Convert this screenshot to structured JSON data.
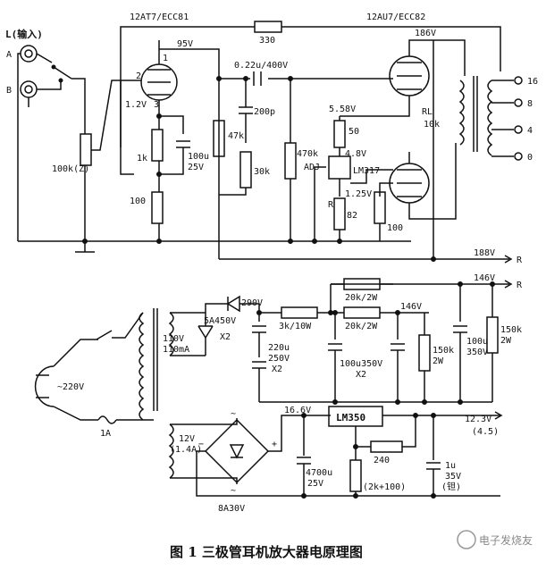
{
  "labels": {
    "tube1": "12AT7/ECC81",
    "tube2": "12AU7/ECC82",
    "r330": "330",
    "v95": "95V",
    "v186": "186V",
    "cap022": "0.22u/400V",
    "input": "L(输入)",
    "inA": "A",
    "inB": "B",
    "pin2": "2",
    "pin1": "1",
    "pin3": "3",
    "v12": "1.2V",
    "c200p": "200p",
    "v558": "5.58V",
    "rl": "RL",
    "rl10k": "10k",
    "r1k": "1k",
    "c100u25": "100u",
    "c100u25b": "25V",
    "r47k": "47k",
    "r470k": "470k",
    "r30k": "30k",
    "r50": "50",
    "v48": "4.8V",
    "adj": "ADJ",
    "lm317": "LM317",
    "v125": "1.25V",
    "rR": "R",
    "r82": "82",
    "r100a": "100",
    "r100b": "100",
    "pot": "100k(Z)",
    "t16": "16",
    "t8": "8",
    "t4": "4",
    "t0": "0",
    "v188": "188V",
    "v146a": "146V",
    "R1": "R",
    "R2": "R",
    "r20k2w_a": "20k/2W",
    "r20k2w_b": "20k/2W",
    "v290": "290V",
    "r3k10w": "3k/10W",
    "v146b": "146V",
    "d5a": "5A450V",
    "x2a": "X2",
    "v110": "110V",
    "ma110": "110mA",
    "c220": "220u",
    "c220b": "250V",
    "x2b": "X2",
    "c100u350": "100u350V",
    "x2c": "X2",
    "r150ka": "150k",
    "r150kaw": "2W",
    "c100u350b": "100u",
    "c100u350bv": "350V",
    "r150kb": "150k",
    "r150kbw": "2W",
    "ac220": "~220V",
    "fuse": "1A",
    "v166": "16.6V",
    "lm350": "LM350",
    "v123": "12.3V",
    "v45": "(4.5)",
    "t12v": "12V",
    "t14a": "(1.4A)",
    "c4700": "4700u",
    "c4700v": "25V",
    "r240": "240",
    "r2k100": "(2k+100)",
    "c1u": "1u",
    "c1u35": "35V",
    "c1uta": "(钽)",
    "br8a": "8A30V",
    "tilde1": "~",
    "tilde2": "~",
    "plus1": "+",
    "minus1": "−",
    "caption": "图 1    三极管耳机放大器电原理图",
    "watermark": "电子发烧友"
  }
}
